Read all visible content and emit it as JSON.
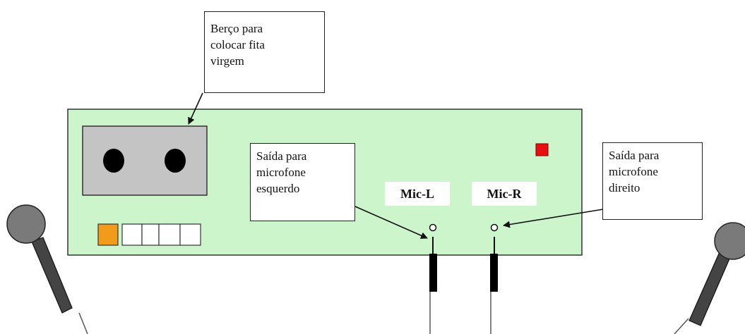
{
  "labels": {
    "cradle": [
      "Berço para",
      "colocar fita",
      "virgem"
    ],
    "left_output": [
      "Saída para",
      "microfone",
      "esquerdo"
    ],
    "right_output": [
      "Saída para",
      "microfone",
      "direito"
    ],
    "mic_left": "Mic-L",
    "mic_right": "Mic-R"
  },
  "colors": {
    "panel": "#ccf5cc",
    "cassette_slot": "#c4c4c4",
    "indicator_light": "#e81010",
    "active_button": "#f29a1a",
    "reel": "#000000",
    "microphone_head": "#7a7a7a"
  },
  "icons": {
    "recorder": "cassette-recorder-panel",
    "microphones": "microphone-icon"
  }
}
